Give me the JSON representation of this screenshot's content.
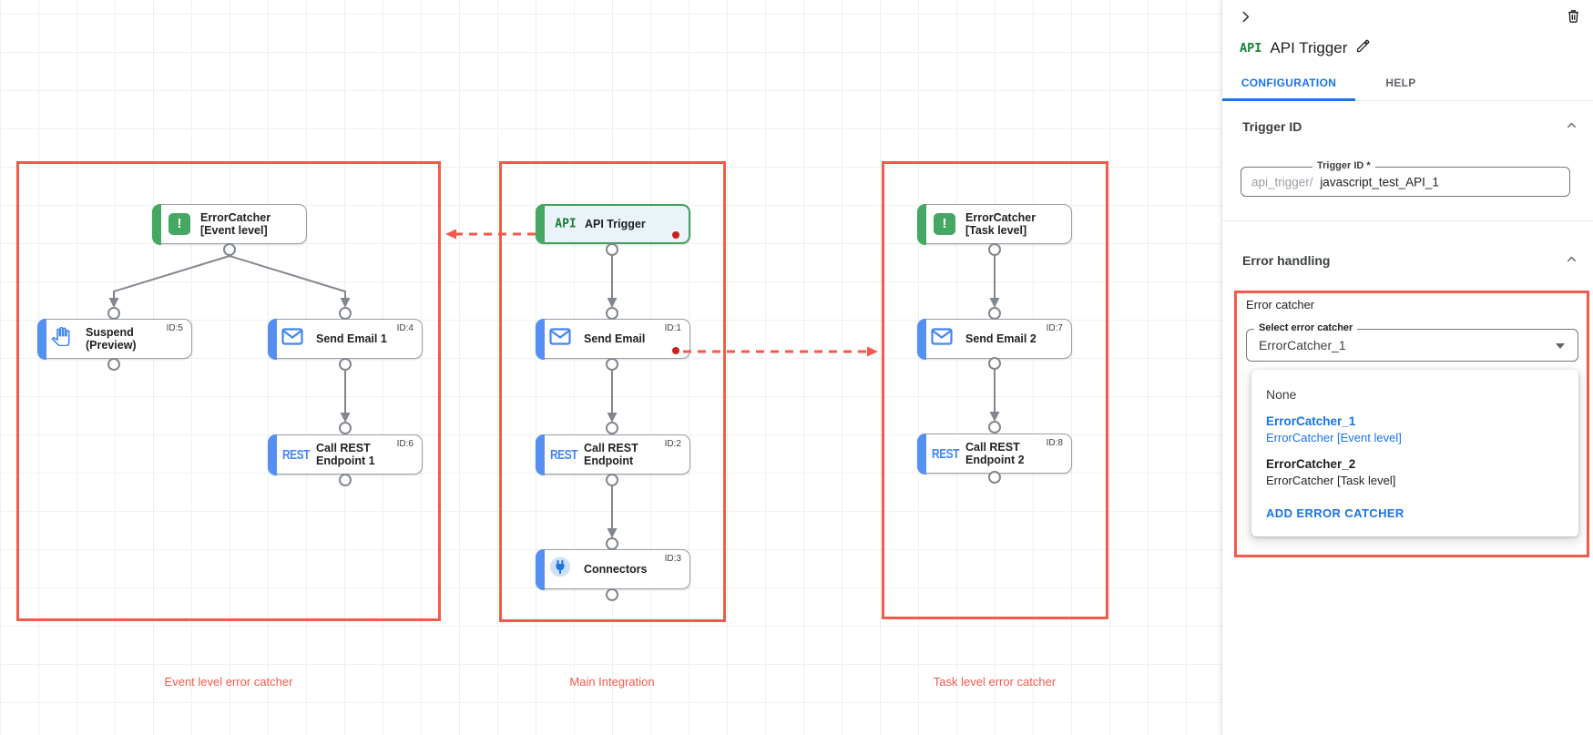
{
  "canvas": {
    "group_labels": [
      "Event level error catcher",
      "Main Integration",
      "Task level error catcher"
    ],
    "icon_texts": {
      "api": "API",
      "rest": "REST",
      "error_badge": "!"
    },
    "colors": {
      "highlight_red": "#f4594b",
      "node_blue": "#5490f2",
      "node_green": "#45a862",
      "trigger_fill": "#e9f3f8",
      "alert_dot_red": "#c5221f",
      "edge_gray": "#82878d"
    },
    "nodes": [
      {
        "title": "ErrorCatcher",
        "title2": "[Event level]"
      },
      {
        "title": "Suspend",
        "title2": "(Preview)",
        "id": "ID:5"
      },
      {
        "title": "Send Email 1",
        "id": "ID:4"
      },
      {
        "title": "Call REST",
        "title2": "Endpoint 1",
        "id": "ID:6"
      },
      {
        "title": "API Trigger"
      },
      {
        "title": "Send Email",
        "id": "ID:1"
      },
      {
        "title": "Call REST",
        "title2": "Endpoint",
        "id": "ID:2"
      },
      {
        "title": "Connectors",
        "id": "ID:3"
      },
      {
        "title": "ErrorCatcher",
        "title2": "[Task level]"
      },
      {
        "title": "Send Email 2",
        "id": "ID:7"
      },
      {
        "title": "Call REST",
        "title2": "Endpoint 2",
        "id": "ID:8"
      }
    ]
  },
  "panel": {
    "type_badge": "API",
    "title": "API Trigger",
    "tabs": [
      {
        "label": "CONFIGURATION",
        "active": true
      },
      {
        "label": "HELP",
        "active": false
      }
    ],
    "trigger_id_section": {
      "title": "Trigger ID",
      "field_label": "Trigger ID *",
      "field_prefix": "api_trigger/",
      "field_value": "javascript_test_API_1"
    },
    "error_handling_section": {
      "title": "Error handling",
      "group_label": "Error catcher",
      "select_label": "Select error catcher",
      "select_value": "ErrorCatcher_1",
      "options": [
        {
          "name": "None",
          "desc": ""
        },
        {
          "name": "ErrorCatcher_1",
          "desc": "ErrorCatcher [Event level]"
        },
        {
          "name": "ErrorCatcher_2",
          "desc": "ErrorCatcher [Task level]"
        }
      ],
      "add_button": "ADD ERROR CATCHER"
    }
  }
}
